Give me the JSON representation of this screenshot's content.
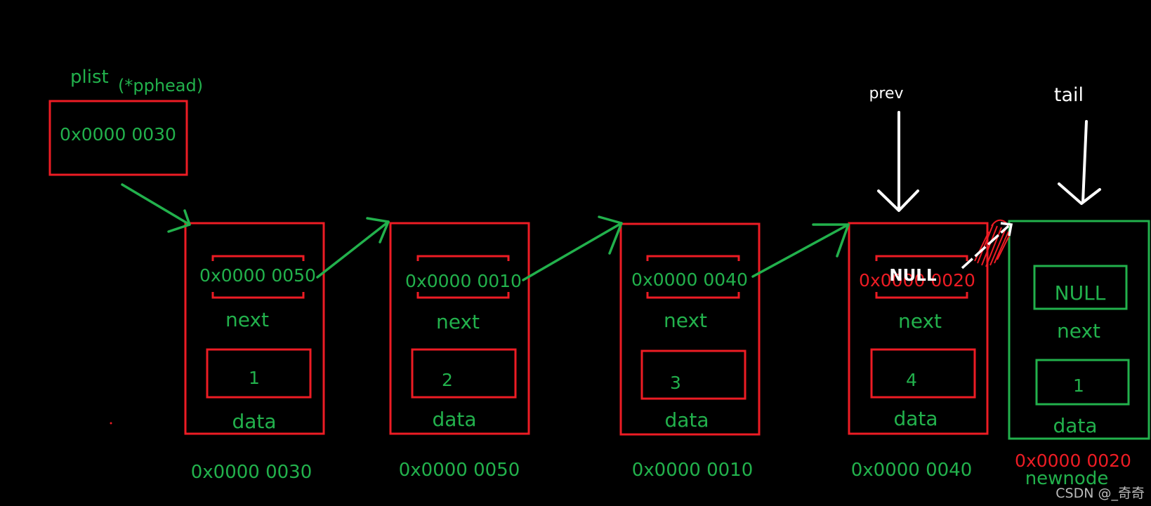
{
  "colors": {
    "background": "#000000",
    "green": "#22b14c",
    "red": "#ed1c24",
    "white": "#ffffff"
  },
  "head": {
    "label": "plist",
    "alias": "(*pphead)",
    "value": "0x0000 0030"
  },
  "nodes": [
    {
      "next_value": "0x0000 0050",
      "next_label": "next",
      "data_value": "1",
      "data_label": "data",
      "address": "0x0000 0030"
    },
    {
      "next_value": "0x0000 0010",
      "next_label": "next",
      "data_value": "2",
      "data_label": "data",
      "address": "0x0000 0050"
    },
    {
      "next_value": "0x0000 0040",
      "next_label": "next",
      "data_value": "3",
      "data_label": "data",
      "address": "0x0000 0010"
    },
    {
      "next_value": "0x0000 0020",
      "next_overlay": "NULL",
      "next_label": "next",
      "data_value": "4",
      "data_label": "data",
      "address": "0x0000 0040"
    }
  ],
  "new_node": {
    "next_value": "NULL",
    "next_label": "next",
    "data_value": "1",
    "data_label": "data",
    "address": "0x0000 0020",
    "name": "newnode"
  },
  "pointers": {
    "prev": "prev",
    "tail": "tail"
  },
  "watermark": "CSDN @_奇奇"
}
